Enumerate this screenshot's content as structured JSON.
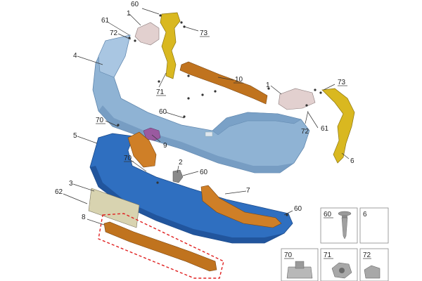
{
  "diagram": {
    "callouts": {
      "c60_top": "60",
      "c1_top": "1",
      "c61_top": "61",
      "c72_top": "72",
      "c73_top": "73",
      "c4": "4",
      "c10": "10",
      "c71": "71",
      "c1_right": "1",
      "c73_right": "73",
      "c60_mid": "60",
      "c70_left": "70",
      "c72_right": "72",
      "c61_right": "61",
      "c5": "5",
      "c9": "9",
      "c6": "6",
      "c70_mid": "70",
      "c2": "2",
      "c60_low": "60",
      "c3": "3",
      "c62": "62",
      "c7": "7",
      "c60_right": "60",
      "c8": "8"
    },
    "legend": {
      "box60": "60",
      "box6x": "6",
      "box70": "70",
      "box71": "71",
      "box72": "72"
    },
    "colors": {
      "bumper_cover": "#8fb3d4",
      "bumper_cover_shade": "#6f96bd",
      "absorber": "#2f6fc0",
      "absorber_shade": "#1e4f94",
      "bracket": "#d9b820",
      "reinforcement": "#c0731e",
      "reflector": "#cf7f27",
      "highlight_dash": "#e02020"
    }
  }
}
